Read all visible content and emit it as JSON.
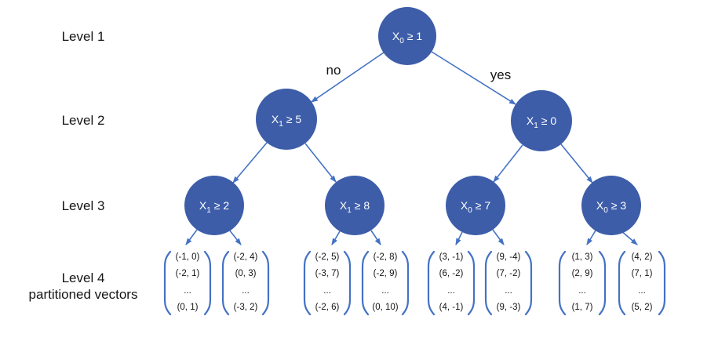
{
  "levels": [
    {
      "label": "Level 1"
    },
    {
      "label": "Level 2"
    },
    {
      "label": "Level 3"
    },
    {
      "label": "Level 4",
      "sublabel": "partitioned vectors"
    }
  ],
  "branch_labels": {
    "no": "no",
    "yes": "yes"
  },
  "nodes": [
    {
      "id": "root",
      "var": "X",
      "sub": "0",
      "cond": "≥ 1"
    },
    {
      "id": "level2-left",
      "var": "X",
      "sub": "1",
      "cond": "≥ 5"
    },
    {
      "id": "level2-right",
      "var": "X",
      "sub": "1",
      "cond": "≥ 0"
    },
    {
      "id": "level3-1",
      "var": "X",
      "sub": "1",
      "cond": "≥ 2"
    },
    {
      "id": "level3-2",
      "var": "X",
      "sub": "1",
      "cond": "≥ 8"
    },
    {
      "id": "level3-3",
      "var": "X",
      "sub": "0",
      "cond": "≥ 7"
    },
    {
      "id": "level3-4",
      "var": "X",
      "sub": "0",
      "cond": "≥ 3"
    }
  ],
  "groups": [
    {
      "rows": [
        "(-1, 0)",
        "(-2, 1)",
        "...",
        "(0, 1)"
      ]
    },
    {
      "rows": [
        "(-2, 4)",
        "(0, 3)",
        "...",
        "(-3, 2)"
      ]
    },
    {
      "rows": [
        "(-2, 5)",
        "(-3, 7)",
        "...",
        "(-2, 6)"
      ]
    },
    {
      "rows": [
        "(-2, 8)",
        "(-2, 9)",
        "...",
        "(0, 10)"
      ]
    },
    {
      "rows": [
        "(3, -1)",
        "(6, -2)",
        "...",
        "(4, -1)"
      ]
    },
    {
      "rows": [
        "(9, -4)",
        "(7, -2)",
        "...",
        "(9, -3)"
      ]
    },
    {
      "rows": [
        "(1, 3)",
        "(2, 9)",
        "...",
        "(1, 7)"
      ]
    },
    {
      "rows": [
        "(4, 2)",
        "(7, 1)",
        "...",
        "(5, 2)"
      ]
    }
  ],
  "colors": {
    "node_fill": "#3D5DA9",
    "edge": "#4472C4",
    "node_text": "#FFFFFF",
    "label_text": "#141414"
  }
}
